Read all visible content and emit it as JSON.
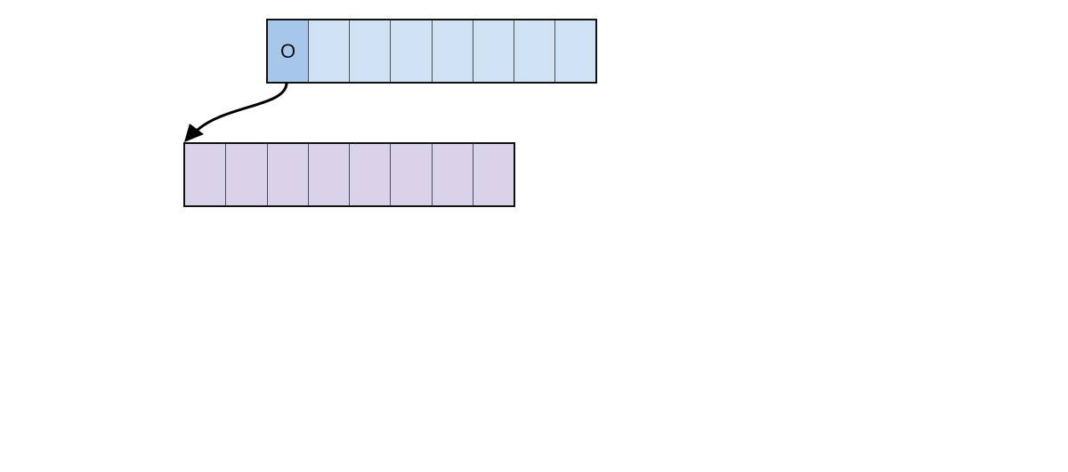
{
  "diagram": {
    "top_array": {
      "cells": [
        "O",
        "",
        "",
        "",
        "",
        "",
        "",
        ""
      ],
      "highlight_index": 0,
      "colors": {
        "highlight": "#a7c7ea",
        "fill": "#cfe2f3",
        "border": "#111111"
      }
    },
    "bottom_array": {
      "cells": [
        "",
        "",
        "",
        "",
        "",
        "",
        "",
        ""
      ],
      "colors": {
        "fill": "#d9d2e9",
        "border": "#111111"
      }
    },
    "arrow": {
      "from": "top_array.cell_0",
      "to": "bottom_array.start",
      "color": "#000000"
    }
  }
}
